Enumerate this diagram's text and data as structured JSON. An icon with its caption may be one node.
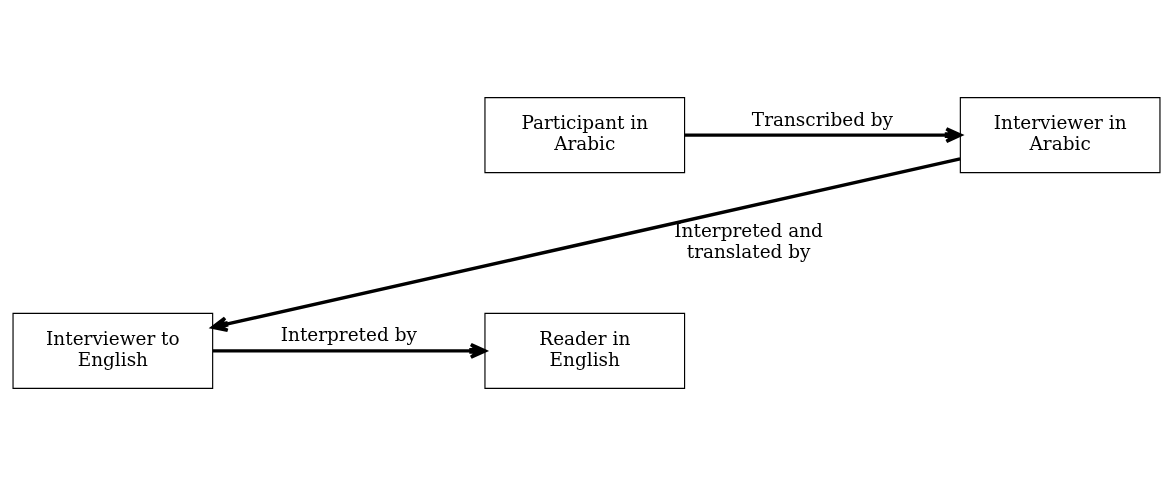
{
  "diagram": {
    "nodes": [
      {
        "text": [
          "Participant in Arabic"
        ]
      },
      {
        "text": [
          "Interviewer in Arabic"
        ]
      },
      {
        "text": [
          "Interviewer to English"
        ]
      },
      {
        "text": [
          "Reader in English"
        ]
      }
    ],
    "edges": [
      {
        "from": 0,
        "to": 1,
        "arrow": "to",
        "label": "Transcribed by"
      },
      {
        "from": 1,
        "to": 2,
        "arrow": "to",
        "label": "Interpreted and translated by"
      },
      {
        "from": 2,
        "to": 3,
        "arrow": "to",
        "label": "Interpreted by"
      }
    ]
  }
}
